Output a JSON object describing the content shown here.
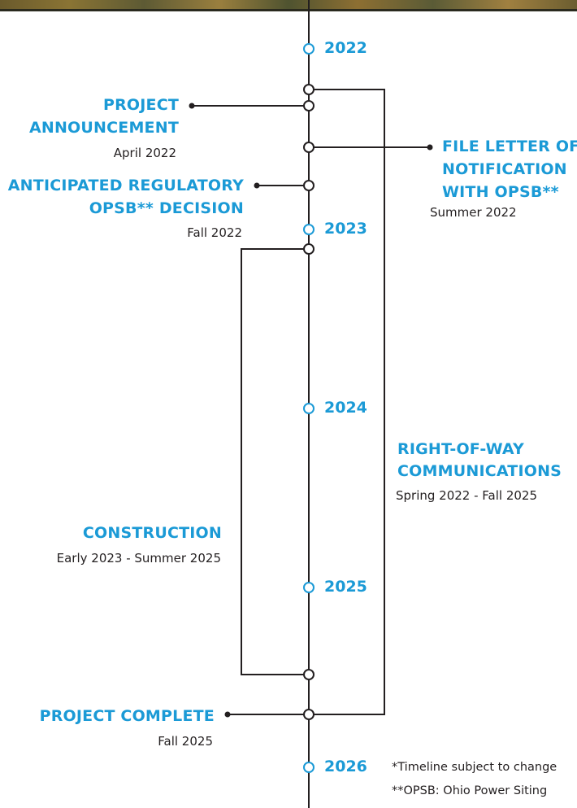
{
  "years": [
    "2022",
    "2023",
    "2024",
    "2025",
    "2026"
  ],
  "milestones": {
    "project_announcement": {
      "title_line1": "PROJECT",
      "title_line2": "ANNOUNCEMENT",
      "date": "April 2022"
    },
    "regulatory_decision": {
      "title_line1": "ANTICIPATED REGULATORY",
      "title_line2": "OPSB** DECISION",
      "date": "Fall 2022"
    },
    "file_letter": {
      "title_line1": "FILE LETTER OF",
      "title_line2": "NOTIFICATION",
      "title_line3": "WITH OPSB**",
      "date": "Summer 2022"
    },
    "right_of_way": {
      "title_line1": "RIGHT-OF-WAY",
      "title_line2": "COMMUNICATIONS",
      "date": "Spring 2022 - Fall 2025"
    },
    "construction": {
      "title": "CONSTRUCTION",
      "date": "Early 2023 - Summer 2025"
    },
    "project_complete": {
      "title": "PROJECT COMPLETE",
      "date": "Fall 2025"
    }
  },
  "footnotes": {
    "timeline_note": "*Timeline subject to change",
    "opsb_note": "**OPSB: Ohio Power Siting"
  },
  "colors": {
    "accent": "#1b9ad6",
    "line": "#231f20"
  }
}
